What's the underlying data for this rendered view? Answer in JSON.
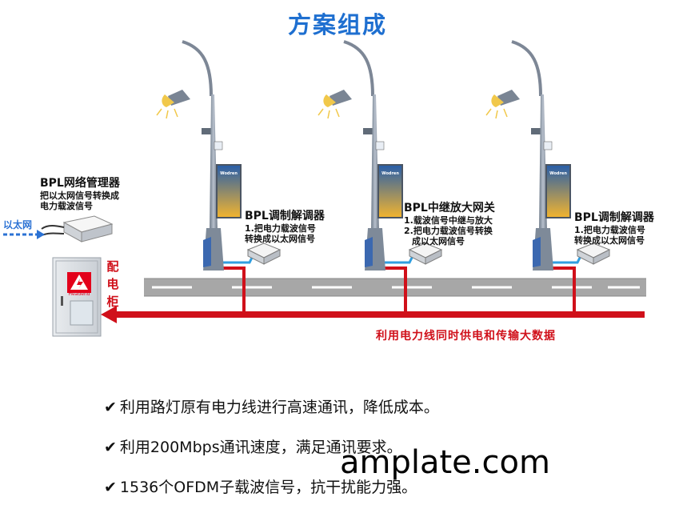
{
  "page": {
    "title": "方案组成"
  },
  "colors": {
    "title_blue": "#1e6fd0",
    "power_red": "#d0101a",
    "ethernet_blue": "#2b72d4",
    "road_gray": "#a7a7a7",
    "pole_gray": "#8f9aa8"
  },
  "manager": {
    "title": "BPL网络管理器",
    "lines": [
      "把以太网信号转换成",
      "电力载波信号"
    ]
  },
  "ethernet_tag": "以太网",
  "modem_left": {
    "title": "BPL调制解调器",
    "lines": [
      "1.把电力载波信号",
      "转换成以太网信号"
    ]
  },
  "repeater": {
    "title": "BPL中继放大网关",
    "lines": [
      "1.载波信号中继与放大",
      "2.把电力载波信号转换",
      "成以太网信号"
    ]
  },
  "modem_right": {
    "title": "BPL调制解调器",
    "lines": [
      "1.把电力载波信号",
      "转换成以太网信号"
    ]
  },
  "cabinet": {
    "label_chars": [
      "配",
      "电",
      "柜"
    ],
    "sign_text": "Headend"
  },
  "power_caption": "利用电力线同时供电和传输大数据",
  "features": [
    {
      "check": "✔",
      "text": "利用路灯原有电力线进行高速通讯，降低成本。"
    },
    {
      "check": "✔",
      "text": "利用200Mbps通讯速度，满足通讯要求。"
    },
    {
      "check": "✔",
      "text": "1536个OFDM子载波信号，抗干扰能力强。"
    }
  ],
  "watermark": "amplate.com",
  "device_brand": "Wodren"
}
